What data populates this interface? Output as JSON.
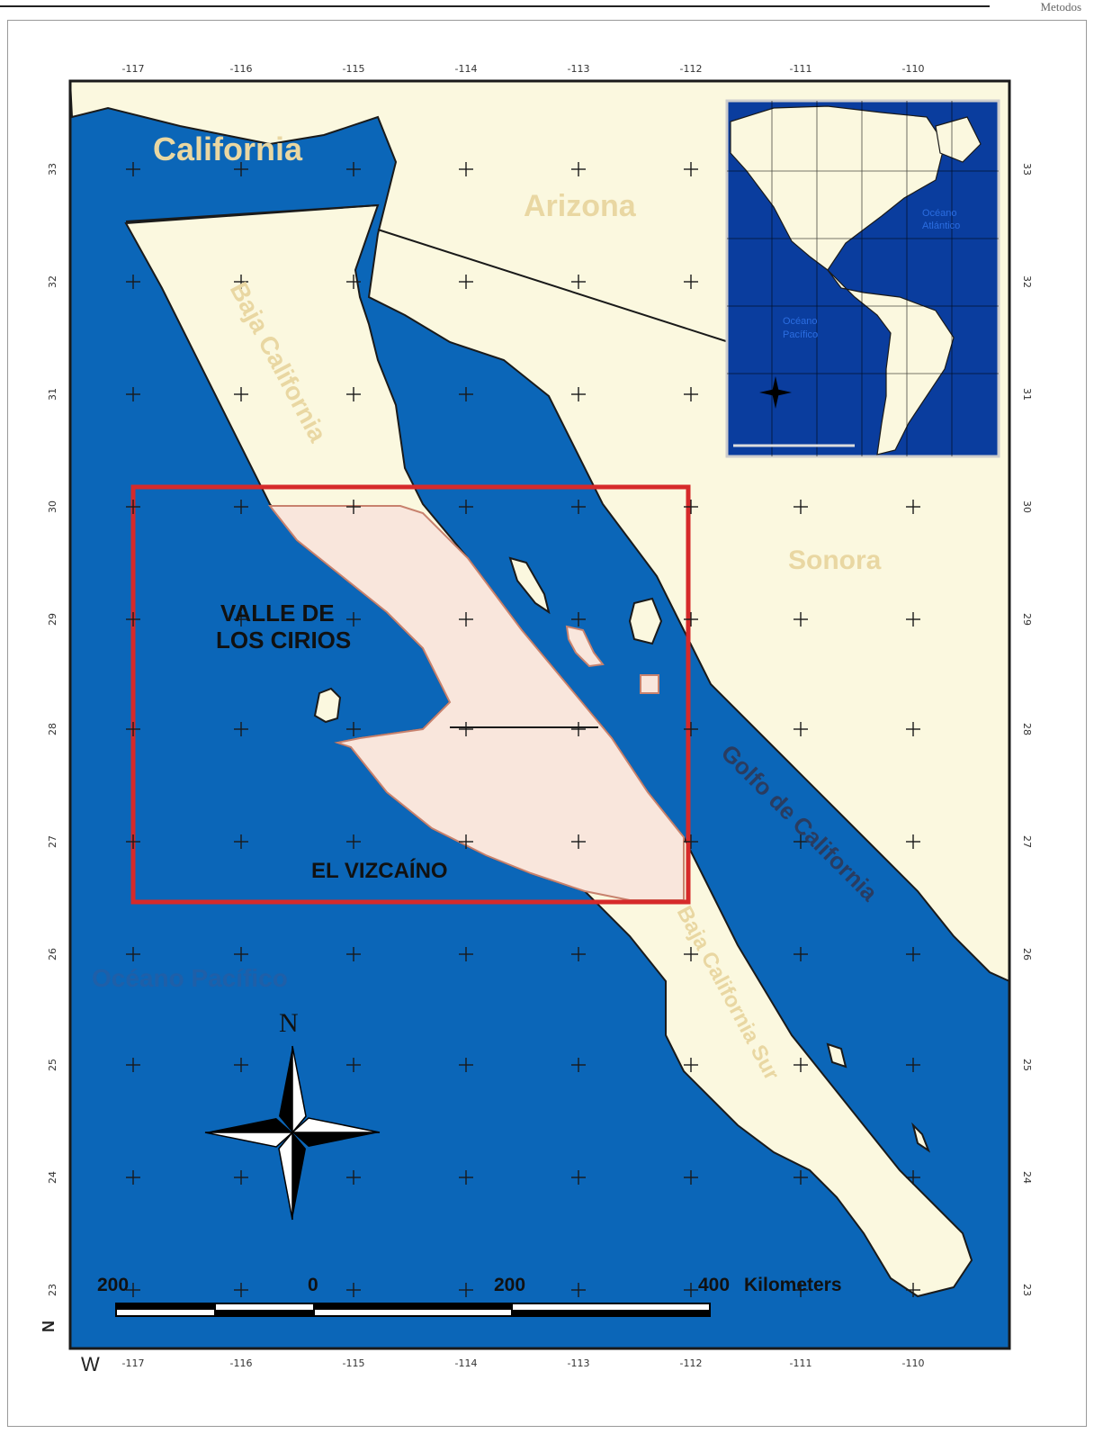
{
  "header": {
    "text": "Metodos"
  },
  "colors": {
    "ocean": "#0b66b8",
    "land": "#fbf8df",
    "study_area": "#f9e6dc",
    "frame": "#d62a2a",
    "coast": "#1a1a1a",
    "label": "#e9d7a2",
    "inset_ocean": "#0a3d9e"
  },
  "top_ticks": [
    "-117",
    "-116",
    "-115",
    "-114",
    "-113",
    "-112",
    "-111",
    "-110"
  ],
  "bottom_ticks": [
    "-117",
    "-116",
    "-115",
    "-114",
    "-113",
    "-112",
    "-111",
    "-110"
  ],
  "left_ticks": [
    "33",
    "32",
    "31",
    "30",
    "29",
    "28",
    "27",
    "26",
    "25",
    "24",
    "23"
  ],
  "right_ticks": [
    "33",
    "32",
    "31",
    "30",
    "29",
    "28",
    "27",
    "26",
    "25",
    "24",
    "23"
  ],
  "corner_labels": {
    "south": "N",
    "west": "W"
  },
  "labels": {
    "california": "California",
    "arizona": "Arizona",
    "baja_california": "Baja California",
    "sonora": "Sonora",
    "valle_1": "VALLE DE",
    "valle_2": "LOS CIRIOS",
    "el_vizcaino": "EL VIZCAÍNO",
    "golfo": "Golfo de California",
    "bcs": "Baja California Sur",
    "oceano_pacifico": "Océano Pacífico"
  },
  "inset": {
    "atlantico_1": "Océano",
    "atlantico_2": "Atlántico",
    "pacifico_1": "Océano",
    "pacifico_2": "Pacífico"
  },
  "compass": {
    "north": "N"
  },
  "scale_bar": {
    "labels": [
      "200",
      "0",
      "200",
      "400"
    ],
    "unit": "Kilometers"
  }
}
